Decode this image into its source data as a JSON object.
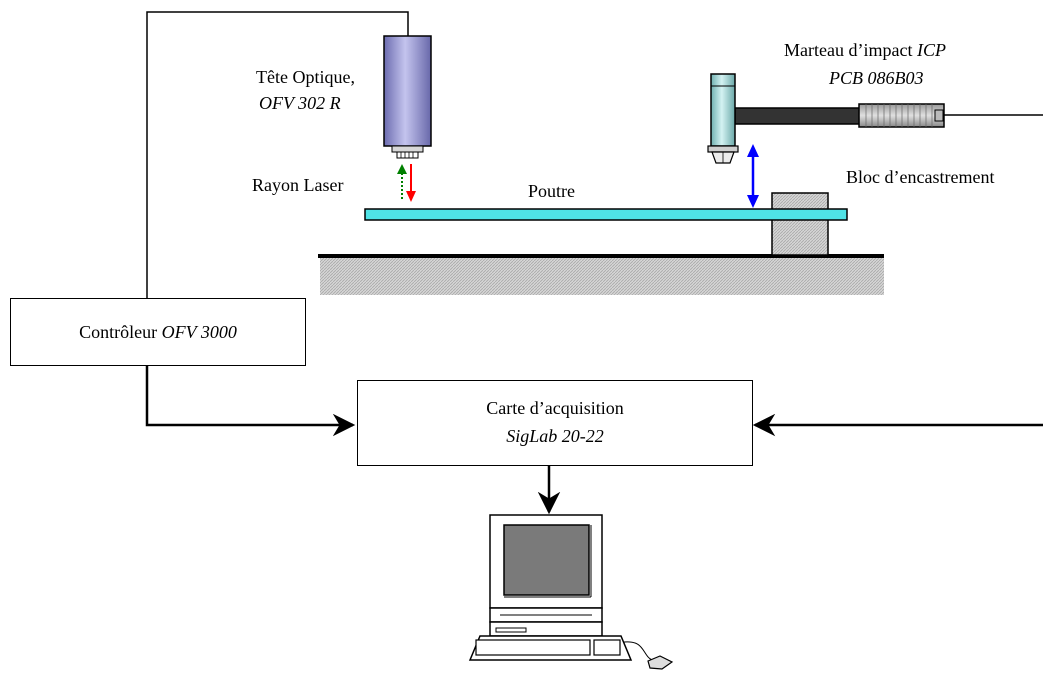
{
  "optical_head": {
    "name": "Tête Optique,",
    "model": "OFV 302 R"
  },
  "laser": {
    "label": "Rayon Laser"
  },
  "beam": {
    "label": "Poutre"
  },
  "hammer": {
    "name": "Marteau d’impact",
    "name_suffix": "ICP",
    "model": "PCB 086B03"
  },
  "clamp": {
    "label": "Bloc d’encastrement"
  },
  "controller": {
    "name": "Contrôleur",
    "model": "OFV 3000"
  },
  "acquisition": {
    "name": "Carte d’acquisition",
    "model": "SigLab 20-22"
  },
  "colors": {
    "head_body": "#9a9ad8",
    "hammer_body": "#a8dede",
    "beam": "#4fe3e6",
    "laser_out": "#ff0000",
    "laser_return": "#008000",
    "impact_arrow": "#0000ff",
    "ground": "#c8c8c8",
    "screen": "#7a7a7a"
  },
  "icons": [
    "optical-head-icon",
    "impact-hammer-icon",
    "computer-icon"
  ]
}
